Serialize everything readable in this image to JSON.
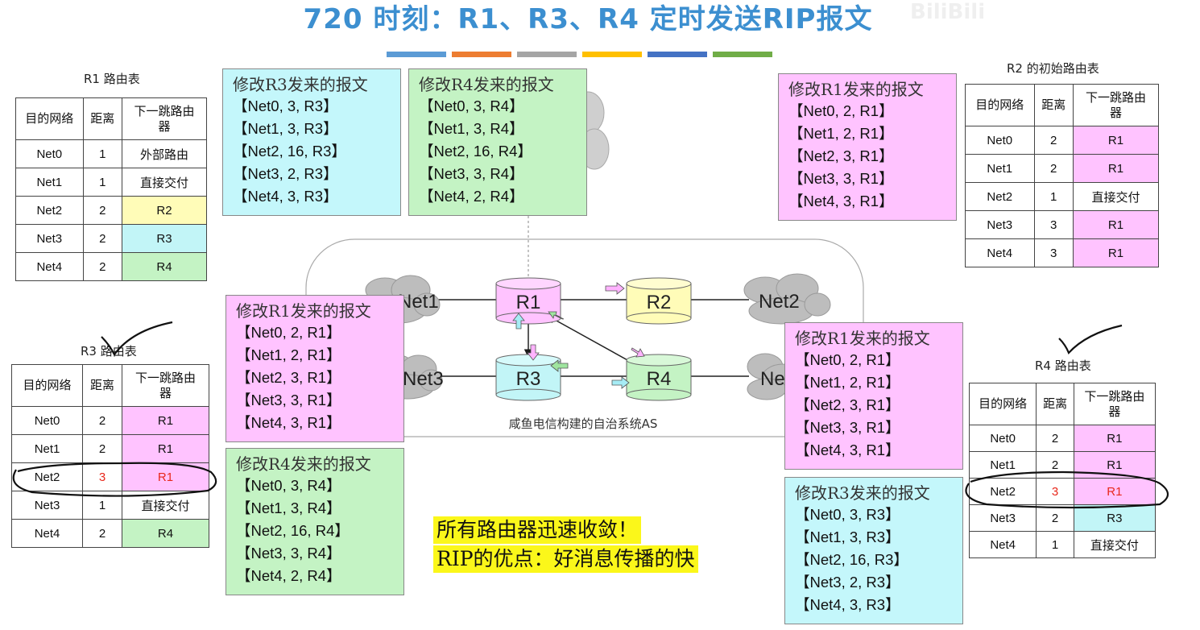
{
  "title": "720 时刻：R1、R3、R4 定时发送RIP报文",
  "color_bar": [
    "#5b9bd5",
    "#ed7d31",
    "#a5a5a5",
    "#ffc000",
    "#4472c4",
    "#70ad47"
  ],
  "headers": {
    "dest": "目的网络",
    "dist": "距离",
    "next": "下一跳路由器"
  },
  "r1_table": {
    "caption": "R1 路由表",
    "rows": [
      {
        "net": "Net0",
        "dist": "1",
        "next": "外部路由"
      },
      {
        "net": "Net1",
        "dist": "1",
        "next": "直接交付"
      },
      {
        "net": "Net2",
        "dist": "2",
        "next": "R2"
      },
      {
        "net": "Net3",
        "dist": "2",
        "next": "R3"
      },
      {
        "net": "Net4",
        "dist": "2",
        "next": "R4"
      }
    ]
  },
  "r2_table": {
    "caption": "R2 的初始路由表",
    "rows": [
      {
        "net": "Net0",
        "dist": "2",
        "next": "R1"
      },
      {
        "net": "Net1",
        "dist": "2",
        "next": "R1"
      },
      {
        "net": "Net2",
        "dist": "1",
        "next": "直接交付"
      },
      {
        "net": "Net3",
        "dist": "3",
        "next": "R1"
      },
      {
        "net": "Net4",
        "dist": "3",
        "next": "R1"
      }
    ]
  },
  "r3_table": {
    "caption": "R3 路由表",
    "rows": [
      {
        "net": "Net0",
        "dist": "2",
        "next": "R1"
      },
      {
        "net": "Net1",
        "dist": "2",
        "next": "R1"
      },
      {
        "net": "Net2",
        "dist": "3",
        "next": "R1"
      },
      {
        "net": "Net3",
        "dist": "1",
        "next": "直接交付"
      },
      {
        "net": "Net4",
        "dist": "2",
        "next": "R4"
      }
    ]
  },
  "r4_table": {
    "caption": "R4 路由表",
    "rows": [
      {
        "net": "Net0",
        "dist": "2",
        "next": "R1"
      },
      {
        "net": "Net1",
        "dist": "2",
        "next": "R1"
      },
      {
        "net": "Net2",
        "dist": "3",
        "next": "R1"
      },
      {
        "net": "Net3",
        "dist": "2",
        "next": "R3"
      },
      {
        "net": "Net4",
        "dist": "1",
        "next": "直接交付"
      }
    ]
  },
  "messages": {
    "top_r3": {
      "title": "修改R3发来的报文",
      "lines": [
        "【Net0, 3, R3】",
        "【Net1, 3, R3】",
        "【Net2, 16, R3】",
        "【Net3, 2, R3】",
        "【Net4, 3, R3】"
      ]
    },
    "top_r4": {
      "title": "修改R4发来的报文",
      "lines": [
        "【Net0, 3, R4】",
        "【Net1, 3, R4】",
        "【Net2, 16, R4】",
        "【Net3, 3, R4】",
        "【Net4, 2, R4】"
      ]
    },
    "top_r1": {
      "title": "修改R1发来的报文",
      "lines": [
        "【Net0, 2, R1】",
        "【Net1, 2, R1】",
        "【Net2, 3, R1】",
        "【Net3, 3, R1】",
        "【Net4, 3, R1】"
      ]
    },
    "mid_left_r1": {
      "title": "修改R1发来的报文",
      "lines": [
        "【Net0, 2, R1】",
        "【Net1, 2, R1】",
        "【Net2, 3, R1】",
        "【Net3, 3, R1】",
        "【Net4, 3, R1】"
      ]
    },
    "low_left_r4": {
      "title": "修改R4发来的报文",
      "lines": [
        "【Net0, 3, R4】",
        "【Net1, 3, R4】",
        "【Net2, 16, R4】",
        "【Net3, 3, R4】",
        "【Net4, 2, R4】"
      ]
    },
    "mid_right_r1": {
      "title": "修改R1发来的报文",
      "lines": [
        "【Net0, 2, R1】",
        "【Net1, 2, R1】",
        "【Net2, 3, R1】",
        "【Net3, 3, R1】",
        "【Net4, 3, R1】"
      ]
    },
    "low_right_r3": {
      "title": "修改R3发来的报文",
      "lines": [
        "【Net0, 3, R3】",
        "【Net1, 3, R3】",
        "【Net2, 16, R3】",
        "【Net3, 2, R3】",
        "【Net4, 3, R3】"
      ]
    }
  },
  "network": {
    "r1": "R1",
    "r2": "R2",
    "r3": "R3",
    "r4": "R4",
    "net1": "Net1",
    "net2": "Net2",
    "net3": "Net3",
    "net4": "Ne",
    "as_label": "咸鱼电信构建的自治系统AS"
  },
  "note": {
    "line1": "所有路由器迅速收敛！",
    "line2": "RIP的优点：好消息传播的快"
  },
  "watermark": "BiliBili"
}
